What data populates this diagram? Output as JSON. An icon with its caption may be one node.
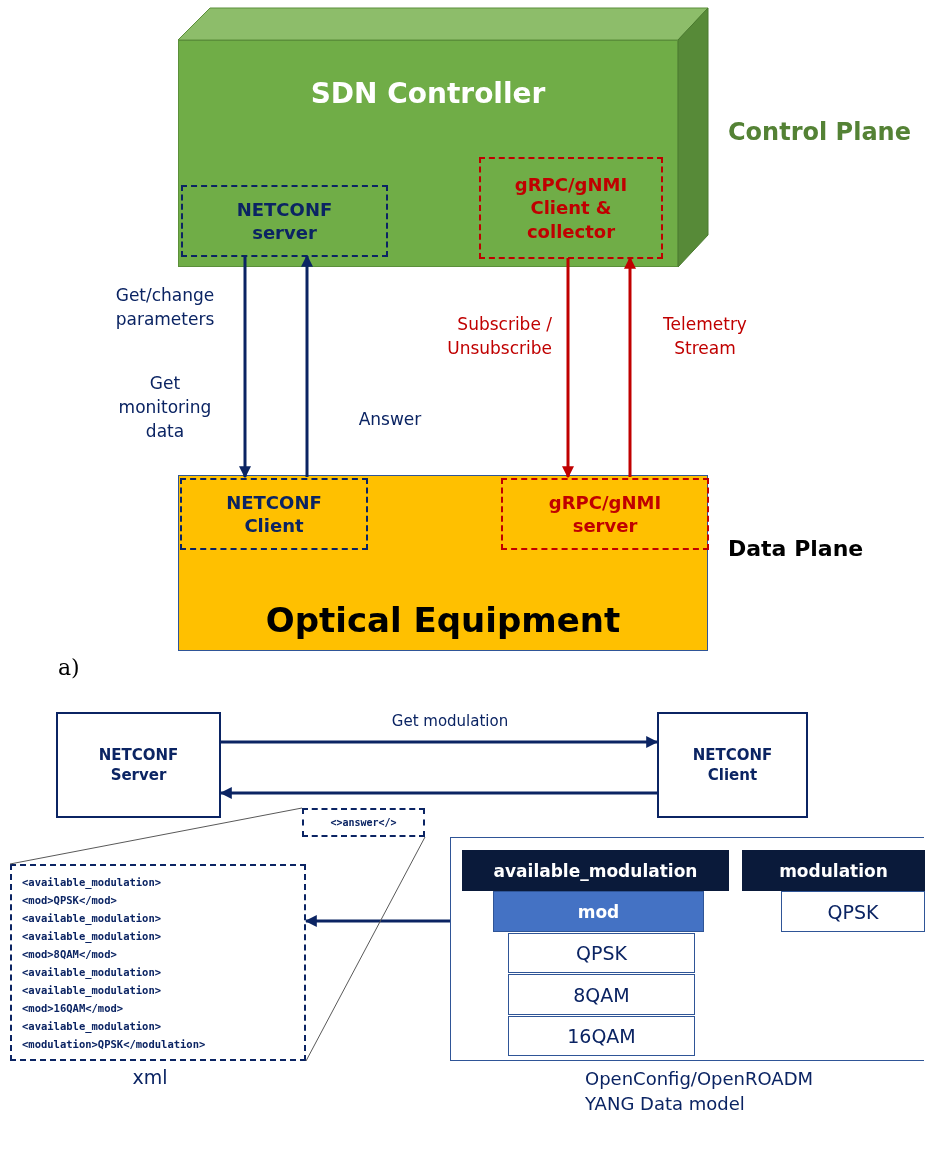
{
  "diagram": {
    "nodes": [
      {
        "text": [
          "SDN Controller"
        ],
        "beside": [
          "Control Plane"
        ]
      },
      {
        "text": [
          "NETCONF server"
        ],
        "in": 0
      },
      {
        "text": [
          "gRPC/gNMI Client & collector"
        ],
        "in": 0
      },
      {
        "text": [
          "Optical Equipment"
        ],
        "beside": [
          "Data Plane"
        ]
      },
      {
        "text": [
          "NETCONF Client"
        ],
        "in": 3
      },
      {
        "text": [
          "gRPC/gNMI server"
        ],
        "in": 3
      },
      {
        "text": [
          "NETCONF Server"
        ]
      },
      {
        "text": [
          "NETCONF Client"
        ]
      },
      {
        "text": [
          "<>answer</>"
        ]
      },
      {
        "text": [
          "<available_modulation>",
          "<mod>QPSK</mod>",
          "<available_modulation>",
          "<available_modulation>",
          "<mod>8QAM</mod>",
          "<available_modulation>",
          "<available_modulation>",
          "<mod>16QAM</mod>",
          "<available_modulation>",
          "<modulation>QPSK</modulation>"
        ],
        "beside": [
          "xml"
        ]
      },
      {
        "text": [],
        "shape": "box",
        "beside": [
          "OpenConfig/OpenROADM YANG Data model"
        ]
      },
      {
        "text": [
          "available_modulation"
        ],
        "in": 10
      },
      {
        "text": [
          "mod"
        ],
        "in": 10
      },
      {
        "text": [
          "QPSK"
        ],
        "in": 10
      },
      {
        "text": [
          "8QAM"
        ],
        "in": 10
      },
      {
        "text": [
          "16QAM"
        ],
        "in": 10
      },
      {
        "text": [
          "modulation"
        ],
        "in": 10
      },
      {
        "text": [
          "QPSK"
        ],
        "in": 10
      }
    ],
    "edges": [
      {
        "from": 1,
        "to": 4,
        "arrow": "to"
      },
      {
        "from": 4,
        "to": 1,
        "arrow": "to",
        "label": "Answer"
      },
      {
        "from": 2,
        "to": 5,
        "arrow": "to",
        "label": "Subscribe / Unsubscribe",
        "color": "#c00000"
      },
      {
        "from": 5,
        "to": 2,
        "arrow": "to",
        "label": "Telemetry Stream",
        "color": "#c00000"
      },
      {
        "from": 6,
        "to": 7,
        "arrow": "to",
        "label": "Get modulation"
      },
      {
        "from": 7,
        "to": 6,
        "arrow": "to"
      },
      {
        "from": 10,
        "to": 9,
        "arrow": "to"
      },
      {
        "from": 8,
        "to": 9,
        "arrow": "none",
        "color": "#595959"
      },
      {
        "from": 8,
        "to": 9,
        "arrow": "none",
        "color": "#595959"
      }
    ],
    "labels": [
      "Get/change parameters",
      "Get monitoring data",
      "a)"
    ]
  }
}
